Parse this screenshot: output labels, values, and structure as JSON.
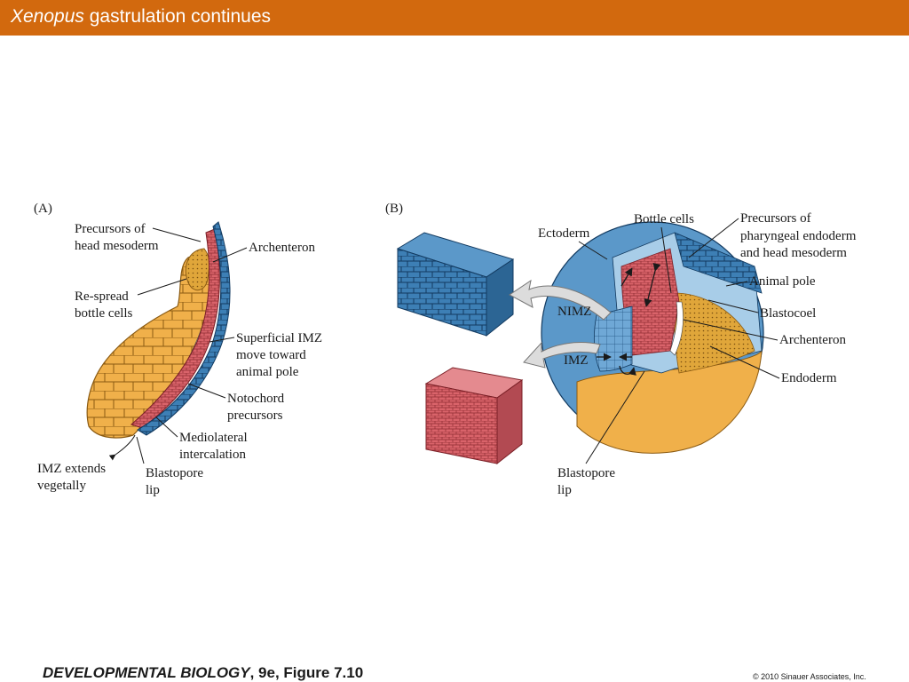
{
  "slide": {
    "title_italic": "Xenopus",
    "title_rest": " gastrulation continues"
  },
  "panel_a": {
    "tag": "(A)",
    "labels": {
      "precursors_head_mesoderm": [
        "Precursors of",
        "head mesoderm"
      ],
      "archenteron": "Archenteron",
      "re_spread_bottle_cells": [
        "Re-spread",
        "bottle cells"
      ],
      "superficial_imz": [
        "Superficial IMZ",
        "move toward",
        "animal pole"
      ],
      "notochord_precursors": [
        "Notochord",
        "precursors"
      ],
      "mediolateral_intercalation": [
        "Mediolateral",
        "intercalation"
      ],
      "imz_extends": [
        "IMZ extends",
        "vegetally"
      ],
      "blastopore_lip": [
        "Blastopore",
        "lip"
      ]
    }
  },
  "panel_b": {
    "tag": "(B)",
    "labels": {
      "bottle_cells": "Bottle cells",
      "precursors_pharyngeal": [
        "Precursors of",
        "pharyngeal endoderm",
        "and head mesoderm"
      ],
      "ectoderm": "Ectoderm",
      "animal_pole": "Animal pole",
      "nimz": "NIMZ",
      "blastocoel": "Blastocoel",
      "archenteron": "Archenteron",
      "imz": "IMZ",
      "endoderm": "Endoderm",
      "blastopore_lip": [
        "Blastopore",
        "lip"
      ]
    }
  },
  "footer": {
    "book": "DEVELOPMENTAL BIOLOGY",
    "edition": ", 9e, Figure 7.10",
    "copyright": "© 2010 Sinauer Associates, Inc."
  },
  "colors": {
    "title_bar": "#d2690e",
    "ectoderm_blue": "#3d7fb5",
    "mesoderm_red": "#d9636a",
    "endoderm_yellow": "#f0b04a"
  }
}
